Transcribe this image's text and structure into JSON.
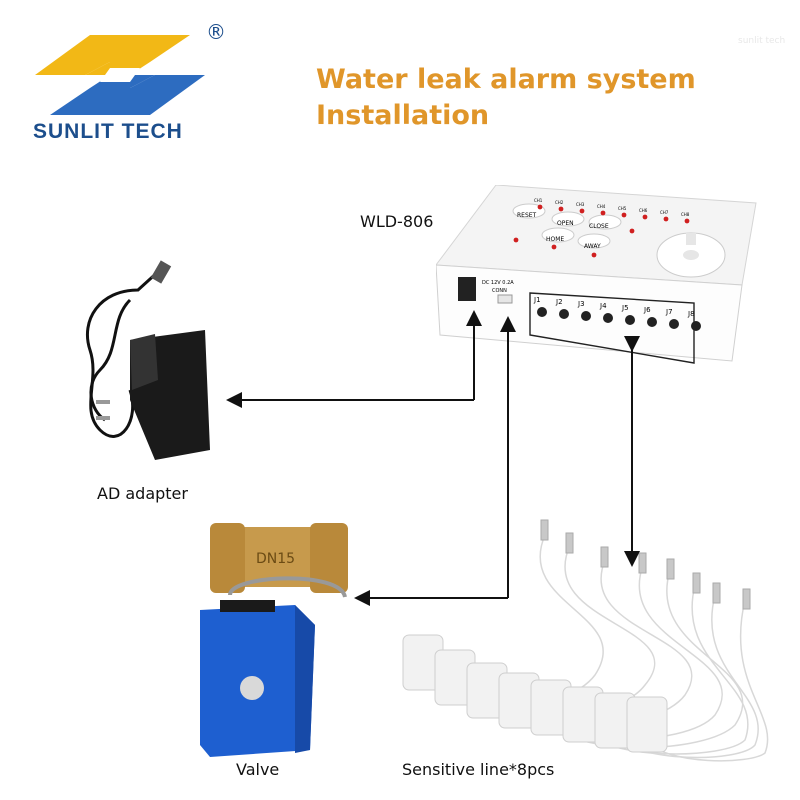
{
  "brand": {
    "name": "SUNLIT TECH",
    "registered": "®",
    "logo_colors": {
      "yellow": "#f2b816",
      "blue": "#2d6cc0"
    }
  },
  "title": {
    "line1": "Water leak alarm system",
    "line2": "Installation",
    "color": "#e0962a"
  },
  "controller": {
    "model": "WLD-806",
    "buttons": [
      "RESET",
      "OPEN",
      "CLOSE",
      "HOME",
      "AWAY"
    ],
    "channels": [
      "CH1",
      "CH2",
      "CH3",
      "CH4",
      "CH5",
      "CH6",
      "CH7",
      "CH8"
    ],
    "jacks": [
      "J1",
      "J2",
      "J3",
      "J4",
      "J5",
      "J6",
      "J7",
      "J8"
    ],
    "power_label": "DC 12V 0.2A",
    "conn_label": "CONN"
  },
  "components": {
    "adapter": "AD adapter",
    "valve": "Valve",
    "valve_marking": "DN15",
    "sensor": "Sensitive line*8pcs"
  },
  "watermark": "sunlit tech",
  "icons": [
    "logo-diamond-icon",
    "double-arrow-icon"
  ]
}
